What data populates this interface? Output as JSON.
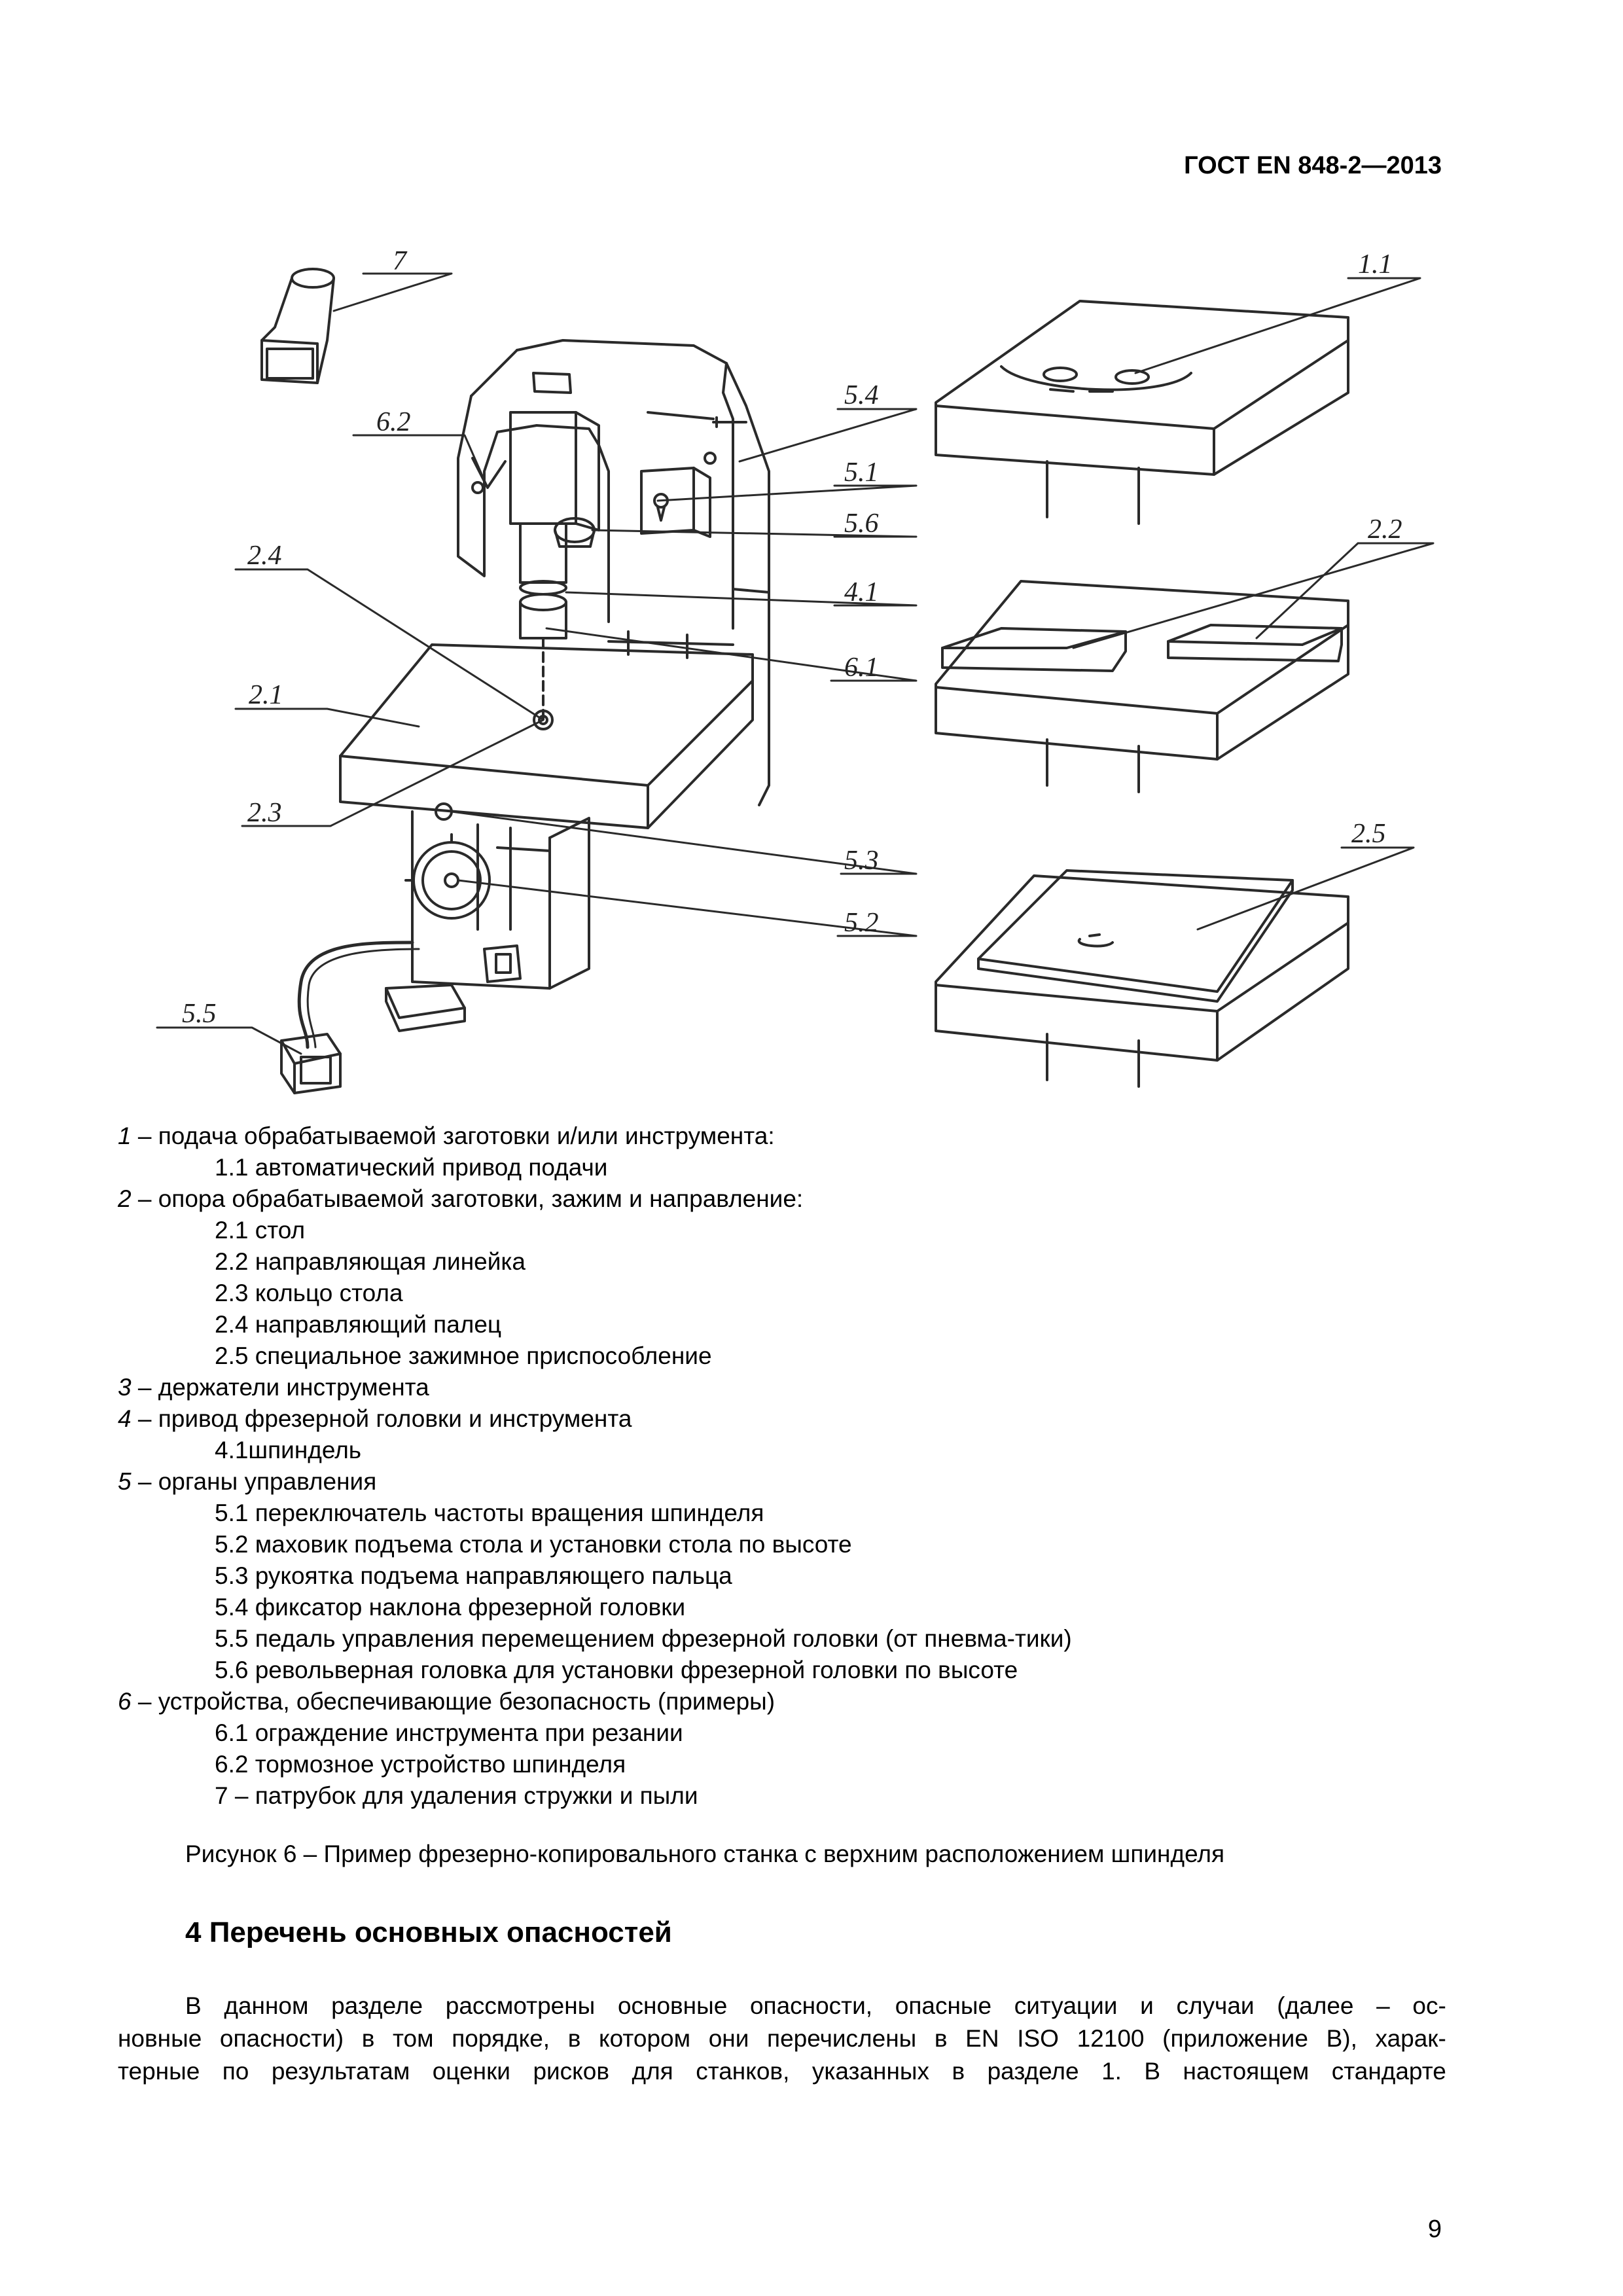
{
  "header": {
    "standard": "ГОСТ EN 848-2—2013"
  },
  "figure": {
    "labels": [
      "7",
      "6.2",
      "2.4",
      "2.1",
      "2.3",
      "5.4",
      "5.1",
      "5.6",
      "4.1",
      "6.1",
      "5.3",
      "5.2",
      "5.5",
      "1.1",
      "2.2",
      "2.5"
    ]
  },
  "legend": [
    {
      "num": "1",
      "text": " – подача обрабатываемой заготовки и/или инструмента:"
    },
    {
      "sub": "1.1 автоматический привод подачи"
    },
    {
      "num": "2",
      "text": " – опора обрабатываемой заготовки, зажим и направление:"
    },
    {
      "sub": "2.1 стол"
    },
    {
      "sub": "2.2 направляющая линейка"
    },
    {
      "sub": "2.3 кольцо стола"
    },
    {
      "sub": "2.4 направляющий палец"
    },
    {
      "sub": "2.5 специальное зажимное приспособление"
    },
    {
      "num": "3",
      "text": " – держатели инструмента"
    },
    {
      "num": "4",
      "text": " – привод фрезерной головки и инструмента"
    },
    {
      "sub": "4.1шпиндель"
    },
    {
      "num": "5",
      "text": " – органы управления"
    },
    {
      "sub": "5.1 переключатель частоты вращения шпинделя"
    },
    {
      "sub": "5.2 маховик подъема стола и установки стола по высоте"
    },
    {
      "sub": "5.3 рукоятка подъема направляющего пальца"
    },
    {
      "sub": "5.4 фиксатор наклона фрезерной головки"
    },
    {
      "sub": "5.5 педаль управления перемещением фрезерной головки (от пневма-тики)"
    },
    {
      "sub": "5.6 револьверная головка для установки фрезерной головки по высоте"
    },
    {
      "num": "6",
      "text": " – устройства, обеспечивающие безопасность (примеры)"
    },
    {
      "sub": "6.1 ограждение инструмента при резании"
    },
    {
      "sub": "6.2 тормозное устройство шпинделя"
    },
    {
      "sub": "7 – патрубок для удаления стружки и пыли"
    }
  ],
  "caption": "Рисунок 6 – Пример фрезерно-копировального станка с верхним расположением шпинделя",
  "section": {
    "title": "4 Перечень основных опасностей"
  },
  "paragraph": {
    "lines": [
      "В данном разделе рассмотрены основные опасности, опасные ситуации и случаи (далее – ос-",
      "новные опасности) в том порядке, в котором они перечислены в EN ISO 12100 (приложение B), харак-",
      "терные по результатам оценки рисков для станков, указанных в разделе 1. В настоящем стандарте"
    ]
  },
  "page_number": "9"
}
